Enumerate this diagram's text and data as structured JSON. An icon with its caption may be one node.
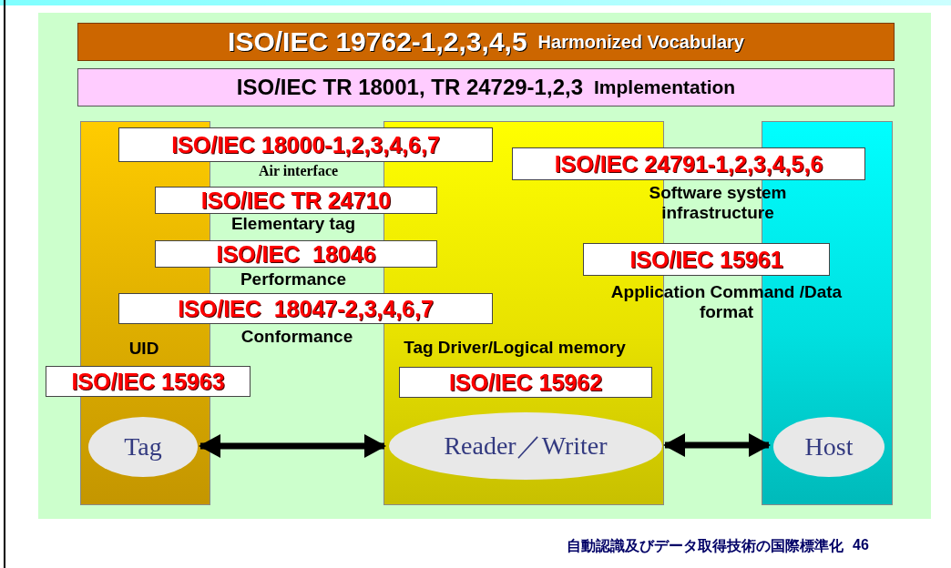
{
  "diagram": {
    "nodes": [
      {
        "text": [
          "ISO/IEC 19762-1,2,3,4,5",
          "Harmonized Vocabulary"
        ]
      },
      {
        "text": [
          "ISO/IEC TR 18001, TR 24729-1,2,3",
          "Implementation"
        ]
      },
      {
        "text": [],
        "shape": "box"
      },
      {
        "text": [],
        "shape": "box"
      },
      {
        "text": [],
        "shape": "box"
      },
      {
        "text": [
          "ISO/IEC 18000-1,2,3,4,6,7"
        ],
        "beside": [
          "Air interface"
        ]
      },
      {
        "text": [
          "ISO/IEC 24791-1,2,3,4,5,6"
        ],
        "beside": [
          "Software system infrastructure"
        ]
      },
      {
        "text": [
          "ISO/IEC TR 24710"
        ],
        "beside": [
          "Elementary tag"
        ]
      },
      {
        "text": [
          "ISO/IEC  18046"
        ],
        "beside": [
          "Performance"
        ]
      },
      {
        "text": [
          "ISO/IEC 15961"
        ],
        "beside": [
          "Application Command /Data format"
        ]
      },
      {
        "text": [
          "ISO/IEC  18047-2,3,4,6,7"
        ],
        "beside": [
          "Conformance"
        ]
      },
      {
        "text": [
          "ISO/IEC 15963"
        ],
        "beside": [
          "UID"
        ]
      },
      {
        "text": [
          "ISO/IEC 15962"
        ],
        "in": 3,
        "beside": [
          "Tag Driver/Logical memory"
        ]
      },
      {
        "text": [
          "Tag"
        ],
        "in": 2
      },
      {
        "text": [
          "Reader／Writer"
        ],
        "in": 3
      },
      {
        "text": [
          "Host"
        ],
        "in": 4
      }
    ],
    "edges": [
      {
        "from": 13,
        "to": 14,
        "arrow": "both"
      },
      {
        "from": 14,
        "to": 15,
        "arrow": "both"
      }
    ],
    "labels": [
      "自動認識及びデータ取得技術の国際標準化",
      "46"
    ]
  }
}
